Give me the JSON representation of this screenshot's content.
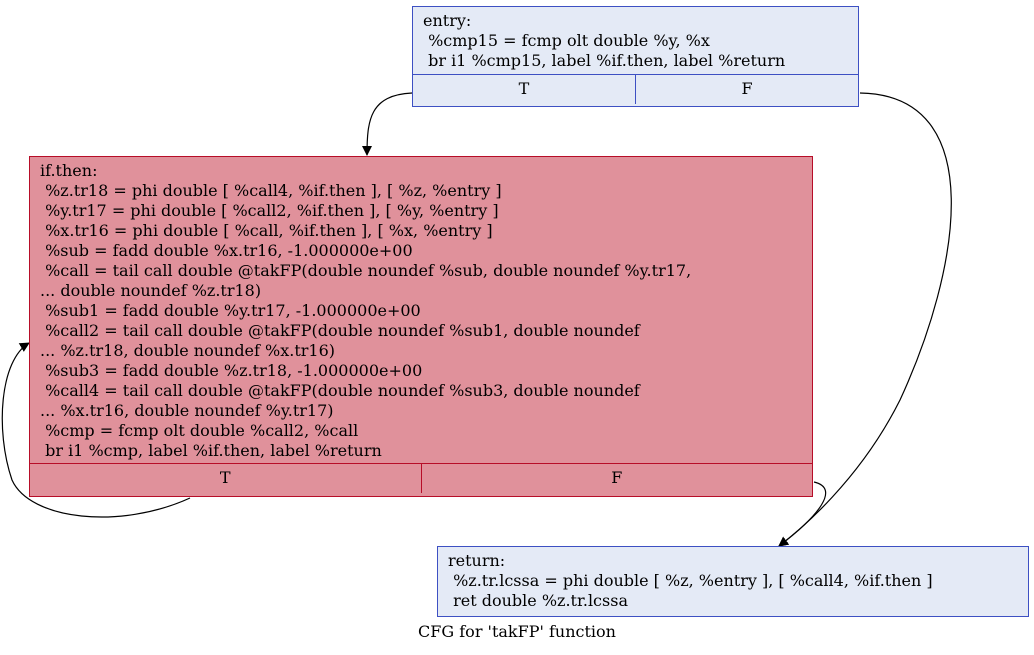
{
  "nodes": {
    "entry": {
      "lines": [
        "entry:",
        " %cmp15 = fcmp olt double %y, %x",
        " br i1 %cmp15, label %if.then, label %return"
      ],
      "ports": [
        "T",
        "F"
      ]
    },
    "ifthen": {
      "lines": [
        "if.then:",
        " %z.tr18 = phi double [ %call4, %if.then ], [ %z, %entry ]",
        " %y.tr17 = phi double [ %call2, %if.then ], [ %y, %entry ]",
        " %x.tr16 = phi double [ %call, %if.then ], [ %x, %entry ]",
        " %sub = fadd double %x.tr16, -1.000000e+00",
        " %call = tail call double @takFP(double noundef %sub, double noundef %y.tr17,",
        "... double noundef %z.tr18)",
        " %sub1 = fadd double %y.tr17, -1.000000e+00",
        " %call2 = tail call double @takFP(double noundef %sub1, double noundef",
        "... %z.tr18, double noundef %x.tr16)",
        " %sub3 = fadd double %z.tr18, -1.000000e+00",
        " %call4 = tail call double @takFP(double noundef %sub3, double noundef",
        "... %x.tr16, double noundef %y.tr17)",
        " %cmp = fcmp olt double %call2, %call",
        " br i1 %cmp, label %if.then, label %return"
      ],
      "ports": [
        "T",
        "F"
      ]
    },
    "return": {
      "lines": [
        "return:",
        " %z.tr.lcssa = phi double [ %z, %entry ], [ %call4, %if.then ]",
        " ret double %z.tr.lcssa"
      ]
    }
  },
  "caption": "CFG for 'takFP' function",
  "colors": {
    "blue_fill": "#e4eaf6",
    "blue_border": "#3d50c3",
    "red_fill": "#e0919b",
    "red_border": "#b70d28",
    "edge": "#000000"
  }
}
